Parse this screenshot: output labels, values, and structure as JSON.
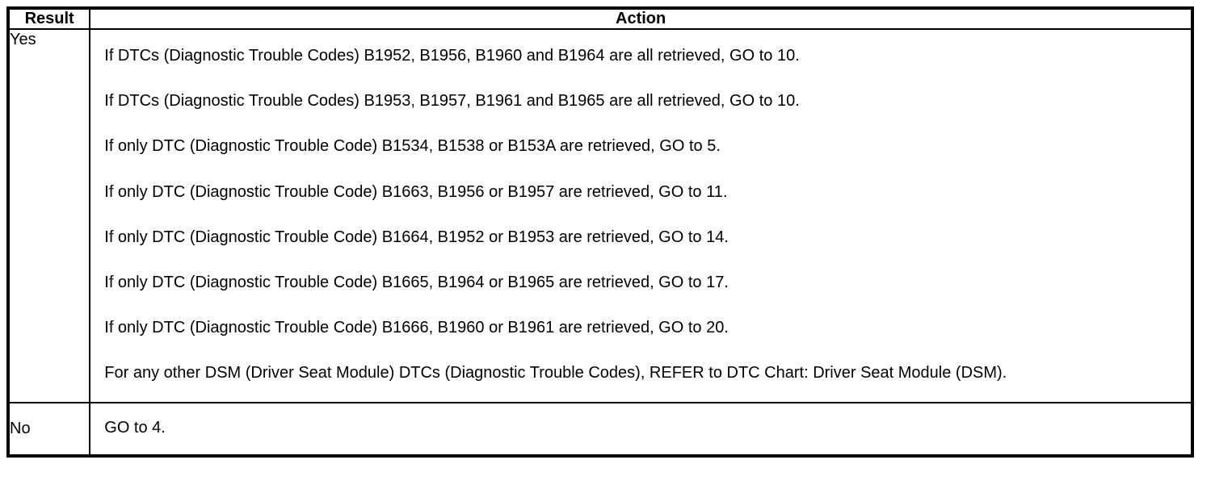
{
  "table": {
    "columns": [
      {
        "key": "result",
        "label": "Result"
      },
      {
        "key": "action",
        "label": "Action"
      }
    ],
    "rows": [
      {
        "result": "Yes",
        "actions": [
          "If DTCs (Diagnostic Trouble Codes) B1952, B1956, B1960 and B1964 are all retrieved, GO to 10.",
          "If DTCs (Diagnostic Trouble Codes) B1953, B1957, B1961 and B1965 are all retrieved, GO to 10.",
          "If only DTC (Diagnostic Trouble Code) B1534, B1538 or B153A are retrieved, GO to 5.",
          "If only DTC (Diagnostic Trouble Code) B1663, B1956 or B1957 are retrieved, GO to 11.",
          "If only DTC (Diagnostic Trouble Code) B1664, B1952 or B1953 are retrieved, GO to 14.",
          "If only DTC (Diagnostic Trouble Code) B1665, B1964 or B1965 are retrieved, GO to 17.",
          "If only DTC (Diagnostic Trouble Code) B1666, B1960 or B1961 are retrieved, GO to 20.",
          "For any other DSM (Driver Seat Module) DTCs (Diagnostic Trouble Codes), REFER to DTC Chart: Driver Seat Module (DSM)."
        ]
      },
      {
        "result": "No",
        "actions": [
          "GO to 4."
        ]
      }
    ]
  },
  "colors": {
    "border": "#000000",
    "text": "#000000",
    "background": "#ffffff"
  }
}
